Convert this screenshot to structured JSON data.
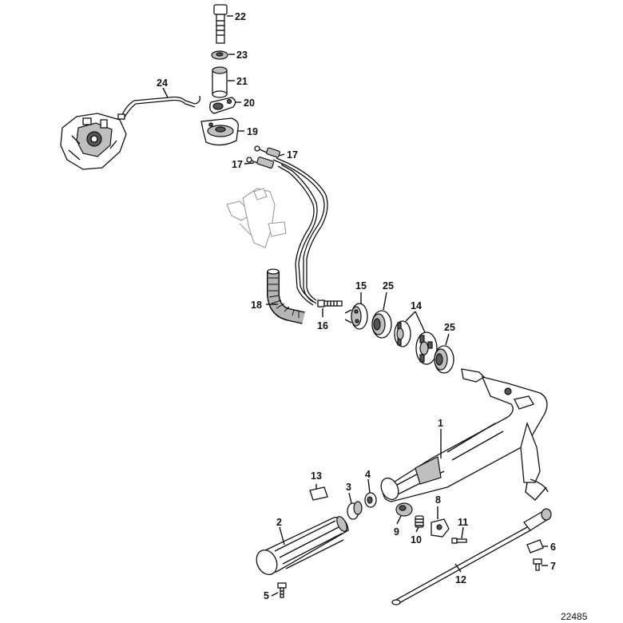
{
  "diagram": {
    "reference_number": "22485",
    "callouts": [
      {
        "id": "c1",
        "label": "1"
      },
      {
        "id": "c2",
        "label": "2"
      },
      {
        "id": "c3",
        "label": "3"
      },
      {
        "id": "c4",
        "label": "4"
      },
      {
        "id": "c5",
        "label": "5"
      },
      {
        "id": "c6",
        "label": "6"
      },
      {
        "id": "c7",
        "label": "7"
      },
      {
        "id": "c8",
        "label": "8"
      },
      {
        "id": "c9",
        "label": "9"
      },
      {
        "id": "c10",
        "label": "10"
      },
      {
        "id": "c11",
        "label": "11"
      },
      {
        "id": "c12",
        "label": "12"
      },
      {
        "id": "c13",
        "label": "13"
      },
      {
        "id": "c14",
        "label": "14"
      },
      {
        "id": "c15",
        "label": "15"
      },
      {
        "id": "c16",
        "label": "16"
      },
      {
        "id": "c17a",
        "label": "17"
      },
      {
        "id": "c17b",
        "label": "17"
      },
      {
        "id": "c18",
        "label": "18"
      },
      {
        "id": "c19",
        "label": "19"
      },
      {
        "id": "c20",
        "label": "20"
      },
      {
        "id": "c21",
        "label": "21"
      },
      {
        "id": "c22",
        "label": "22"
      },
      {
        "id": "c23",
        "label": "23"
      },
      {
        "id": "c24",
        "label": "24"
      },
      {
        "id": "c25a",
        "label": "25"
      },
      {
        "id": "c25b",
        "label": "25"
      }
    ]
  }
}
